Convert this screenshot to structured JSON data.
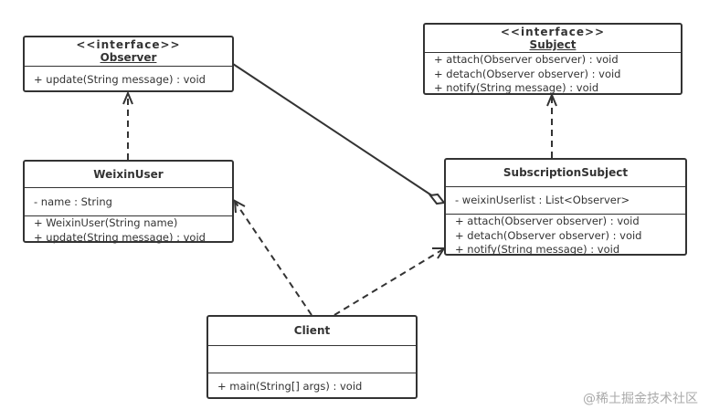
{
  "classes": {
    "observer": {
      "stereotype": "<<interface>>",
      "name": "Observer",
      "methods": [
        "+ update(String message) : void"
      ]
    },
    "subject": {
      "stereotype": "<<interface>>",
      "name": "Subject",
      "methods": [
        "+ attach(Observer observer) : void",
        "+ detach(Observer observer) : void",
        "+ notify(String message) : void"
      ]
    },
    "weixinuser": {
      "name": "WeixinUser",
      "attributes": [
        "- name : String"
      ],
      "methods": [
        "+ WeixinUser(String name)",
        "+ update(String message) : void"
      ]
    },
    "subscription": {
      "name": "SubscriptionSubject",
      "attributes": [
        "- weixinUserlist : List<Observer>"
      ],
      "methods": [
        "+ attach(Observer observer) : void",
        "+ detach(Observer observer) : void",
        "+ notify(String message) : void"
      ]
    },
    "client": {
      "name": "Client",
      "attributes": [],
      "methods": [
        "+ main(String[] args) : void"
      ]
    }
  },
  "relations": [
    {
      "from": "WeixinUser",
      "to": "Observer",
      "type": "realization"
    },
    {
      "from": "SubscriptionSubject",
      "to": "Subject",
      "type": "realization"
    },
    {
      "from": "SubscriptionSubject",
      "to": "Observer",
      "type": "aggregation"
    },
    {
      "from": "Client",
      "to": "WeixinUser",
      "type": "dependency"
    },
    {
      "from": "Client",
      "to": "SubscriptionSubject",
      "type": "dependency"
    }
  ],
  "watermark": "@稀土掘金技术社区"
}
